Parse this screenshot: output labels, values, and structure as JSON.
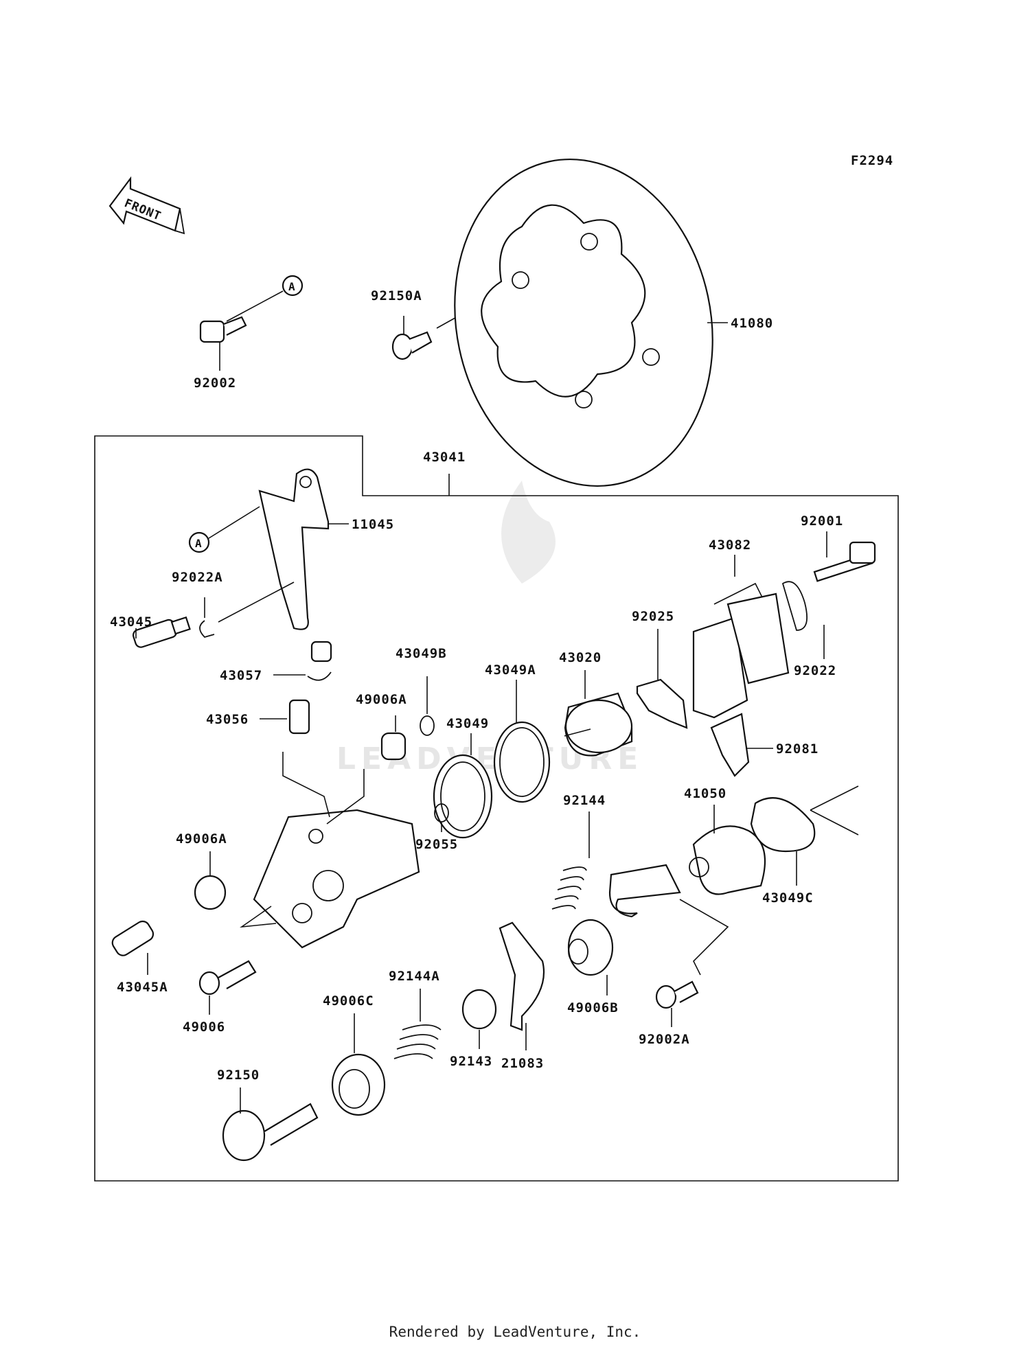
{
  "figure_code": "F2294",
  "front_marker": "FRONT",
  "reference_marker": "A",
  "footer": "Rendered by LeadVenture, Inc.",
  "watermark": "LEADVENTURE",
  "parts": {
    "p41080": "41080",
    "p92150A": "92150A",
    "p92002": "92002",
    "p43041": "43041",
    "p11045": "11045",
    "p92022A": "92022A",
    "p43045": "43045",
    "p43057": "43057",
    "p43056": "43056",
    "p49006A_top": "49006A",
    "p43049B": "43049B",
    "p43049": "43049",
    "p43049A": "43049A",
    "p43020": "43020",
    "p92025": "92025",
    "p43082": "43082",
    "p92001": "92001",
    "p92022": "92022",
    "p92081": "92081",
    "p92055": "92055",
    "p92144": "92144",
    "p41050": "41050",
    "p43049C": "43049C",
    "p49006A_left": "49006A",
    "p43045A": "43045A",
    "p49006": "49006",
    "p92144A": "92144A",
    "p49006C": "49006C",
    "p92143": "92143",
    "p21083": "21083",
    "p49006B": "49006B",
    "p92002A": "92002A",
    "p92150": "92150"
  }
}
